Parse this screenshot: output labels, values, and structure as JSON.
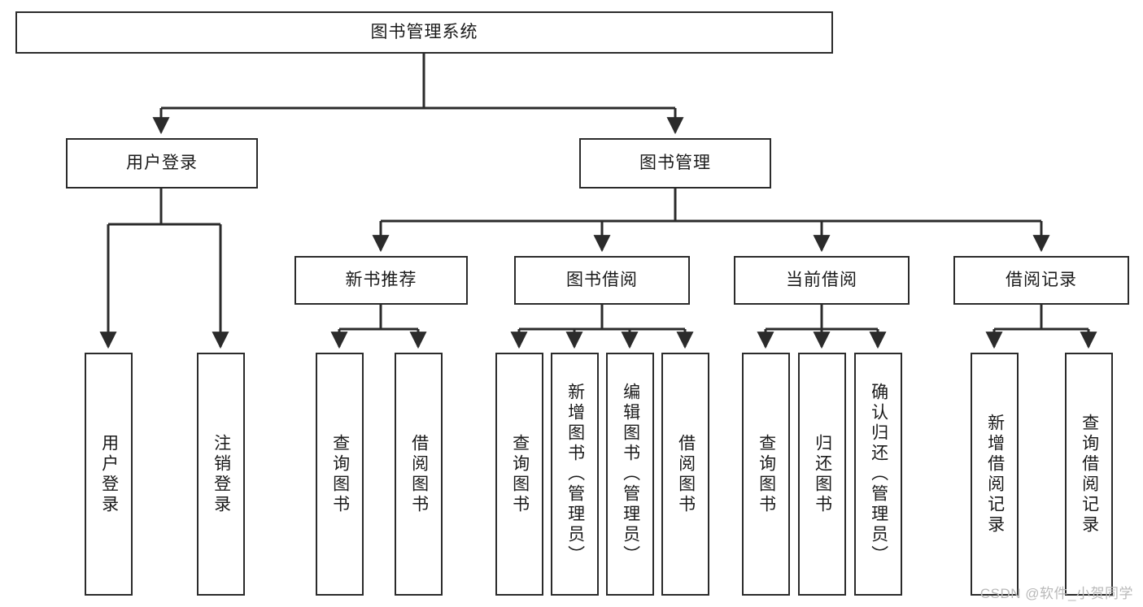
{
  "diagram": {
    "title": "图书管理系统",
    "type": "hierarchy-tree",
    "watermark": "CSDN @软件_小贺同学",
    "colors": {
      "stroke": "#2b2b2b",
      "fill": "#ffffff",
      "text": "#1a1a1a",
      "watermark": "#b9b9b9"
    },
    "nodes": {
      "root": {
        "label": "图书管理系统",
        "level": 1,
        "orientation": "horizontal"
      },
      "level2": [
        {
          "id": "user-login",
          "label": "用户登录",
          "orientation": "horizontal"
        },
        {
          "id": "book-manage",
          "label": "图书管理",
          "orientation": "horizontal"
        }
      ],
      "level3": [
        {
          "id": "new-book-recommend",
          "label": "新书推荐",
          "orientation": "horizontal"
        },
        {
          "id": "book-borrow",
          "label": "图书借阅",
          "orientation": "horizontal"
        },
        {
          "id": "current-borrow",
          "label": "当前借阅",
          "orientation": "horizontal"
        },
        {
          "id": "borrow-record",
          "label": "借阅记录",
          "orientation": "horizontal"
        }
      ],
      "leaves": [
        {
          "id": "leaf-user-login",
          "label": "用户登录",
          "parent": "user-login",
          "orientation": "vertical"
        },
        {
          "id": "leaf-user-logout",
          "label": "注销登录",
          "parent": "user-login",
          "orientation": "vertical"
        },
        {
          "id": "leaf-query-book-1",
          "label": "查询图书",
          "parent": "new-book-recommend",
          "orientation": "vertical"
        },
        {
          "id": "leaf-borrow-book-1",
          "label": "借阅图书",
          "parent": "new-book-recommend",
          "orientation": "vertical"
        },
        {
          "id": "leaf-query-book-2",
          "label": "查询图书",
          "parent": "book-borrow",
          "orientation": "vertical"
        },
        {
          "id": "leaf-add-book",
          "label": "新增图书（管理员）",
          "parent": "book-borrow",
          "orientation": "vertical"
        },
        {
          "id": "leaf-edit-book",
          "label": "编辑图书（管理员）",
          "parent": "book-borrow",
          "orientation": "vertical"
        },
        {
          "id": "leaf-borrow-book-2",
          "label": "借阅图书",
          "parent": "book-borrow",
          "orientation": "vertical"
        },
        {
          "id": "leaf-query-book-3",
          "label": "查询图书",
          "parent": "current-borrow",
          "orientation": "vertical"
        },
        {
          "id": "leaf-return-book",
          "label": "归还图书",
          "parent": "current-borrow",
          "orientation": "vertical"
        },
        {
          "id": "leaf-confirm-return",
          "label": "确认归还（管理员）",
          "parent": "current-borrow",
          "orientation": "vertical"
        },
        {
          "id": "leaf-add-record",
          "label": "新增借阅记录",
          "parent": "borrow-record",
          "orientation": "vertical"
        },
        {
          "id": "leaf-query-record",
          "label": "查询借阅记录",
          "parent": "borrow-record",
          "orientation": "vertical"
        }
      ]
    }
  }
}
